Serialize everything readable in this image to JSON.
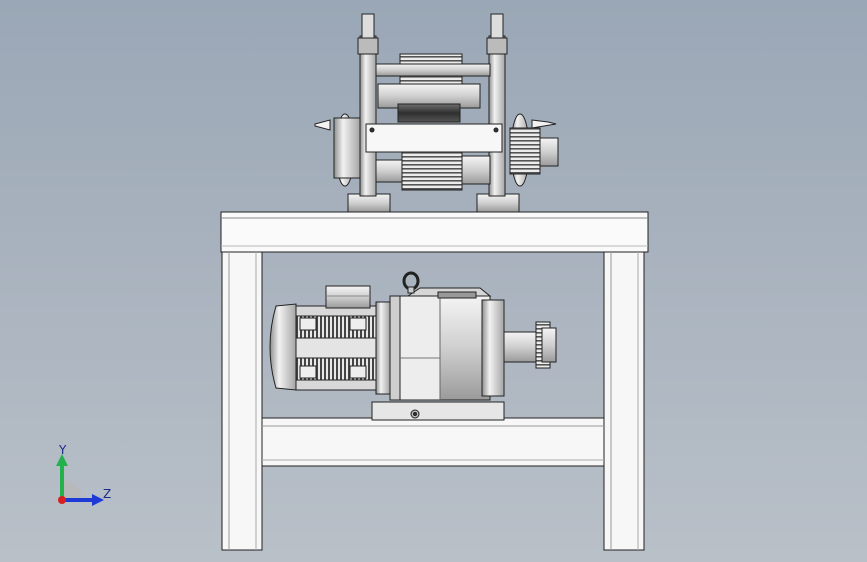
{
  "viewport": {
    "background_top": "#9aa7b6",
    "background_bottom": "#b9c0c8"
  },
  "model": {
    "parts": [
      "table-frame",
      "gear-motor",
      "roller-assembly",
      "drive-sprocket",
      "lifting-eye"
    ]
  },
  "triad": {
    "y_label": "Y",
    "z_label": "Z",
    "y_color": "#22b14c",
    "z_color": "#1e3ad6",
    "x_color": "#d81f1f"
  }
}
